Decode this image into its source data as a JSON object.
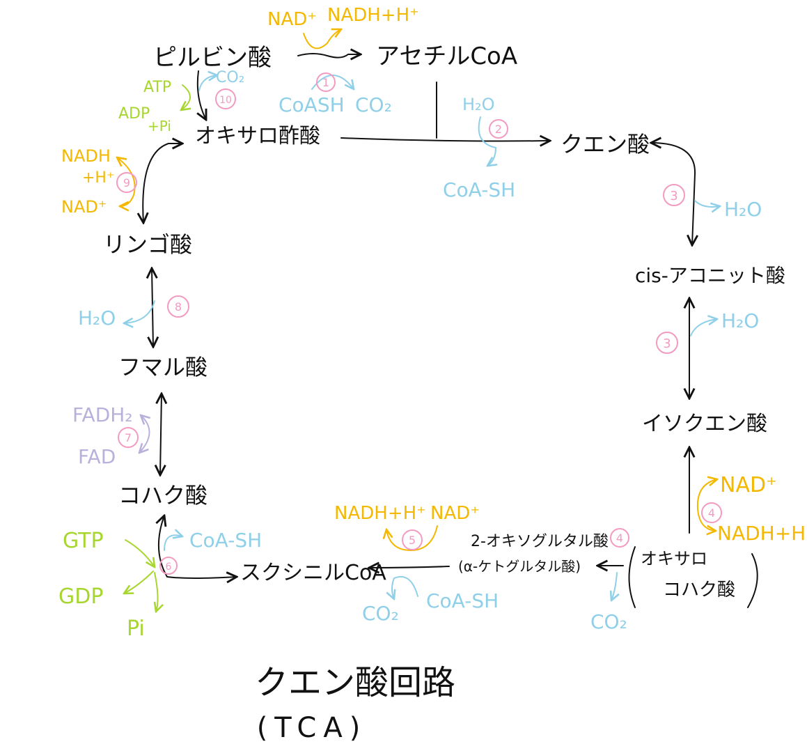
{
  "colors": {
    "black": "#111111",
    "nad": "#f5b800",
    "water": "#8fd0e8",
    "enzyme": "#f29ac0",
    "fad": "#b9b0dc",
    "atp": "#a8d630"
  },
  "compounds": {
    "pyruvate": "ピルビン酸",
    "acetyl_coa": "アセチルCoA",
    "oxaloacetate": "オキサロ酢酸",
    "citrate": "クエン酸",
    "cis_aconitate": "cis-アコニット酸",
    "isocitrate": "イソクエン酸",
    "oxalosuccinate_1": "オキサロ",
    "oxalosuccinate_2": "コハク酸",
    "ketoglutarate_1": "2-オキソグルタル酸",
    "ketoglutarate_2": "(α-ケトグルタル酸)",
    "succinyl_coa": "スクシニルCoA",
    "succinate": "コハク酸",
    "fumarate": "フマル酸",
    "malate": "リンゴ酸"
  },
  "cofactors": {
    "pdh_nad": "NAD⁺",
    "pdh_nadh": "NADH+H⁺",
    "pdh_coash": "CoASH",
    "pdh_co2": "CO₂",
    "cs_h2o": "H₂O",
    "cs_coash": "CoA-SH",
    "acon1_h2o": "H₂O",
    "acon2_h2o": "H₂O",
    "idh_nad": "NAD⁺",
    "idh_nadh": "NADH+H⁺",
    "idh_co2": "CO₂",
    "kgdh_nadh": "NADH+H⁺",
    "kgdh_nad": "NAD⁺",
    "kgdh_co2": "CO₂",
    "kgdh_coash": "CoA-SH",
    "scs_coash": "CoA-SH",
    "scs_gtp": "GTP",
    "scs_gdp": "GDP",
    "scs_pi": "Pi",
    "sdh_fadh2": "FADH₂",
    "sdh_fad": "FAD",
    "fum_h2o": "H₂O",
    "mdh_nadh": "NADH",
    "mdh_h": "+H⁺",
    "mdh_nad": "NAD⁺",
    "pc_co2": "CO₂",
    "pc_atp": "ATP",
    "pc_adp": "ADP",
    "pc_pi": "+Pi"
  },
  "enzymes": {
    "e1": "1",
    "e2": "2",
    "e3a": "3",
    "e3b": "3",
    "e4a": "4",
    "e4b": "4",
    "e5": "5",
    "e6": "6",
    "e7": "7",
    "e8": "8",
    "e9": "9",
    "e10": "10"
  },
  "title": {
    "main": "クエン酸回路",
    "sub": "(TCA)"
  }
}
